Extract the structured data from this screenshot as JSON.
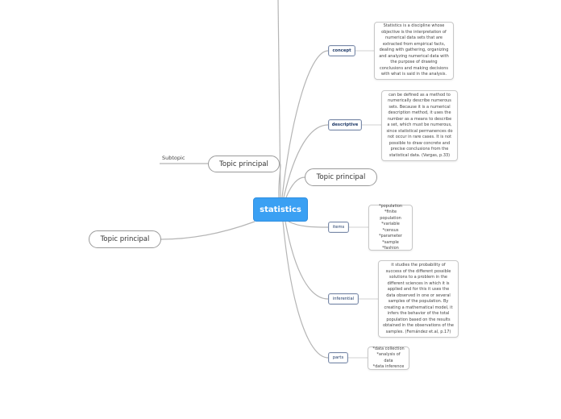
{
  "central_topic": "statistics",
  "topic_principal_1": "Topic principal",
  "topic_principal_2": "Topic principal",
  "topic_principal_3": "Topic principal",
  "subtopic": "Subtopic",
  "branches": {
    "concept": {
      "label": "concept",
      "note": "Statistics is a discipline whose objective is the interpretation of numerical data sets that are extracted from empirical facts, dealing with gathering, organizing and analyzing numerical data with the purpose of drawing conclusions and making decisions with what is said in the analysis."
    },
    "descriptive": {
      "label": "descriptive",
      "note": "can be defined as a method to numerically describe numerous sets. Because it is a numerical description method, it uses the number as a means to describe a set, which must be numerous, since statistical permanences do not occur in rare cases. It is not possible to draw concrete and precise conclusions from the statistical data. (Vargas, p.33)"
    },
    "items": {
      "label": "items",
      "note_lines": [
        "*population",
        "*finite population",
        "*variable",
        "*census",
        "*parameter",
        "*sample",
        "*fashion"
      ]
    },
    "inferential": {
      "label": "inferential",
      "note": "it studies the probability of success of the different possible solutions to a problem in the different sciences in which it is applied and for this it uses the data observed in one or several samples of the population. By creating a mathematical model, it infers the behavior of the total population based on the results obtained in the observations of the samples. (Fernández et.al, p.17)"
    },
    "parts": {
      "label": "parts",
      "note_lines": [
        "*data collection",
        "*analysis of data",
        "*data inference"
      ]
    }
  },
  "colors": {
    "central_fill": "#3aa0f3",
    "connector": "#b0b0b0",
    "branch_text": "#1f3a68"
  }
}
